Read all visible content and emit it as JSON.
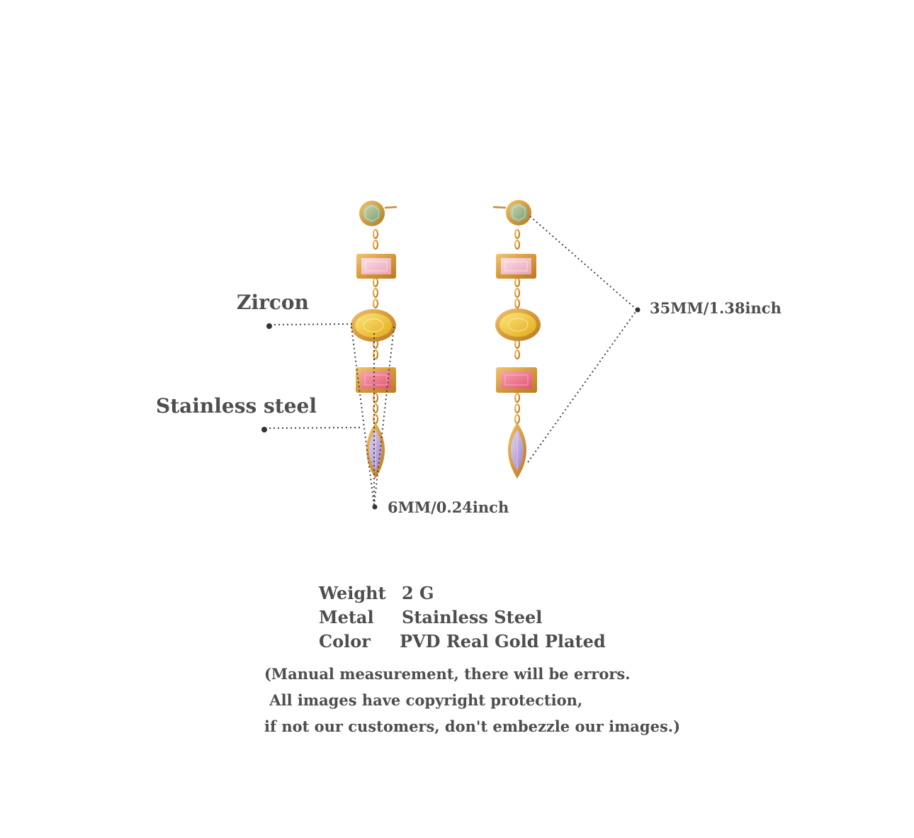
{
  "labels": {
    "zircon": "Zircon",
    "stainless_steel": "Stainless steel",
    "total_length": "35MM/1.38inch",
    "stone_width": "6MM/0.24inch"
  },
  "specs": [
    {
      "key": "Weight",
      "value": "2 G"
    },
    {
      "key": "Metal",
      "value": "Stainless Steel"
    },
    {
      "key": "Color",
      "value": "PVD Real Gold Plated"
    }
  ],
  "note": {
    "line1": "(Manual measurement, there will be errors.",
    "line2": " All images have copyright protection,",
    "line3": "if not our customers, don't embezzle our images.)"
  },
  "colors": {
    "gold": "#d69a3a",
    "green_stone": "#9fb58a",
    "pink_stone": "#f0b8c4",
    "yellow_stone": "#f2c93a",
    "coral_stone": "#ec6f86",
    "lilac_stone": "#b9a4d6"
  }
}
